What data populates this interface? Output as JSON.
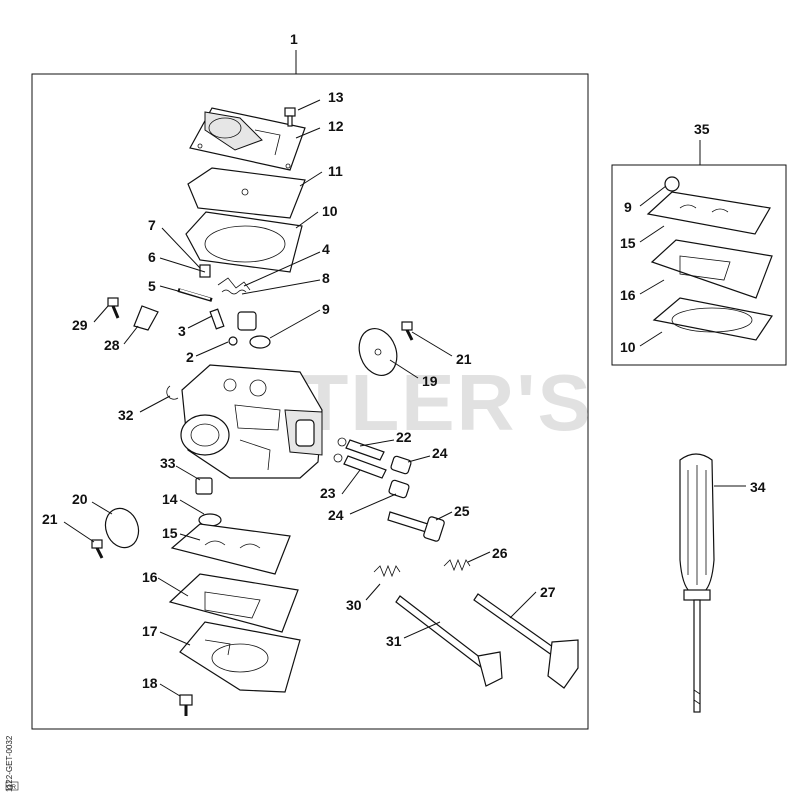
{
  "watermark": "CUTLER'S",
  "drawing_code": "1122-GET-0032",
  "corner_mark": "GR",
  "labels": {
    "n1": "1",
    "n2": "2",
    "n3": "3",
    "n4": "4",
    "n5": "5",
    "n6": "6",
    "n7": "7",
    "n8": "8",
    "n9": "9",
    "n10": "10",
    "n11": "11",
    "n12": "12",
    "n13": "13",
    "n14": "14",
    "n15": "15",
    "n16": "16",
    "n17": "17",
    "n18": "18",
    "n19": "19",
    "n20": "20",
    "n21": "21",
    "n21b": "21",
    "n22": "22",
    "n23": "23",
    "n24": "24",
    "n24b": "24",
    "n25": "25",
    "n26": "26",
    "n27": "27",
    "n28": "28",
    "n29": "29",
    "n30": "30",
    "n31": "31",
    "n32": "32",
    "n33": "33",
    "n34": "34",
    "n35": "35",
    "k9": "9",
    "k10": "10",
    "k15": "15",
    "k16": "16"
  }
}
